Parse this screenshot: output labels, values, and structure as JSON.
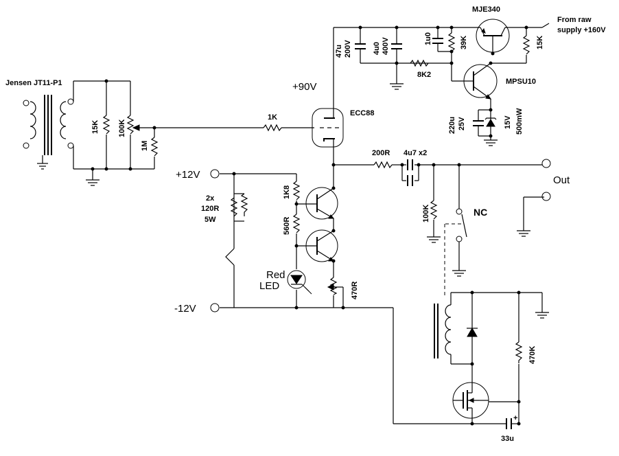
{
  "labels": {
    "mje340": "MJE340",
    "from_raw_1": "From raw",
    "from_raw_2": "supply +160V",
    "c47u_1": "47u",
    "c47u_2": "200V",
    "c4u0_1": "4u0",
    "c4u0_2": "400V",
    "c1u0": "1u0",
    "r39k": "39K",
    "r15k_top": "15K",
    "r8k2": "8K2",
    "mpsu10": "MPSU10",
    "plus90v": "+90V",
    "ecc88": "ECC88",
    "r1k": "1K",
    "jensen": "Jensen JT11-P1",
    "r15k_left": "15K",
    "r100k_pot": "100K",
    "r1m": "1M",
    "c220u_1": "220u",
    "c220u_2": "25V",
    "z15v_1": "15V",
    "z15v_2": "500mW",
    "r200r": "200R",
    "c4u7": "4u7 x2",
    "out": "Out",
    "r100k_out": "100K",
    "nc": "NC",
    "plus12v": "+12V",
    "r120_1": "2x",
    "r120_2": "120R",
    "r120_3": "5W",
    "r1k8": "1K8",
    "r560": "560R",
    "led_1": "Red",
    "led_2": "LED",
    "r470r": "470R",
    "minus12v": "-12V",
    "r470k": "470K",
    "c33u": "33u",
    "plus_sign": "+"
  }
}
